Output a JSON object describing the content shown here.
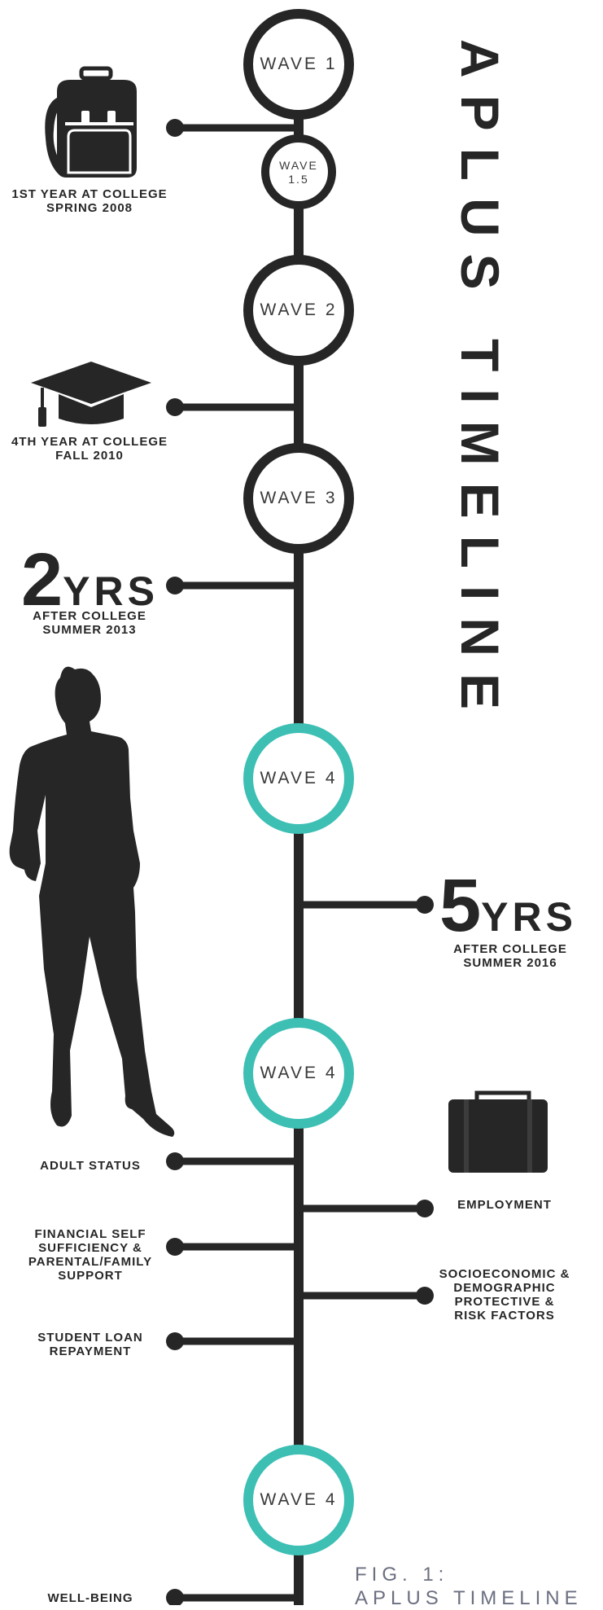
{
  "title": "APLUS TIMELINE",
  "colors": {
    "dark": "#262626",
    "teal": "#3dbfb4"
  },
  "waves": [
    {
      "label": "WAVE 1",
      "color": "#262626"
    },
    {
      "label": "WAVE 1.5",
      "line1": "WAVE",
      "line2": "1.5",
      "color": "#262626"
    },
    {
      "label": "WAVE 2",
      "color": "#262626"
    },
    {
      "label": "WAVE 3",
      "color": "#262626"
    },
    {
      "label": "WAVE 4",
      "color": "#3dbfb4"
    },
    {
      "label": "WAVE 4",
      "color": "#3dbfb4"
    },
    {
      "label": "WAVE 4",
      "color": "#3dbfb4"
    }
  ],
  "milestones": {
    "college_year1": {
      "line1": "1ST YEAR AT COLLEGE",
      "line2": "SPRING 2008",
      "icon": "backpack-icon"
    },
    "college_year4": {
      "line1": "4TH YEAR AT COLLEGE",
      "line2": "FALL 2010",
      "icon": "graduation-cap-icon"
    },
    "after2": {
      "number": "2",
      "unit": "YRS",
      "line1": "AFTER COLLEGE",
      "line2": "SUMMER 2013"
    },
    "after5": {
      "number": "5",
      "unit": "YRS",
      "line1": "AFTER COLLEGE",
      "line2": "SUMMER 2016"
    }
  },
  "outcomes_left": [
    {
      "lines": [
        "ADULT STATUS"
      ]
    },
    {
      "lines": [
        "FINANCIAL SELF",
        "SUFFICIENCY &",
        "PARENTAL/FAMILY",
        "SUPPORT"
      ]
    },
    {
      "lines": [
        "STUDENT LOAN",
        "REPAYMENT"
      ]
    },
    {
      "lines": [
        "WELL-BEING"
      ]
    }
  ],
  "outcomes_right": [
    {
      "lines": [
        "EMPLOYMENT"
      ],
      "icon": "briefcase-icon"
    },
    {
      "lines": [
        "SOCIOECONOMIC &",
        "DEMOGRAPHIC",
        "PROTECTIVE &",
        "RISK FACTORS"
      ]
    }
  ],
  "person_icon": "woman-silhouette-icon",
  "figure_caption": {
    "line1": "FIG. 1:",
    "line2": "APLUS TIMELINE"
  }
}
